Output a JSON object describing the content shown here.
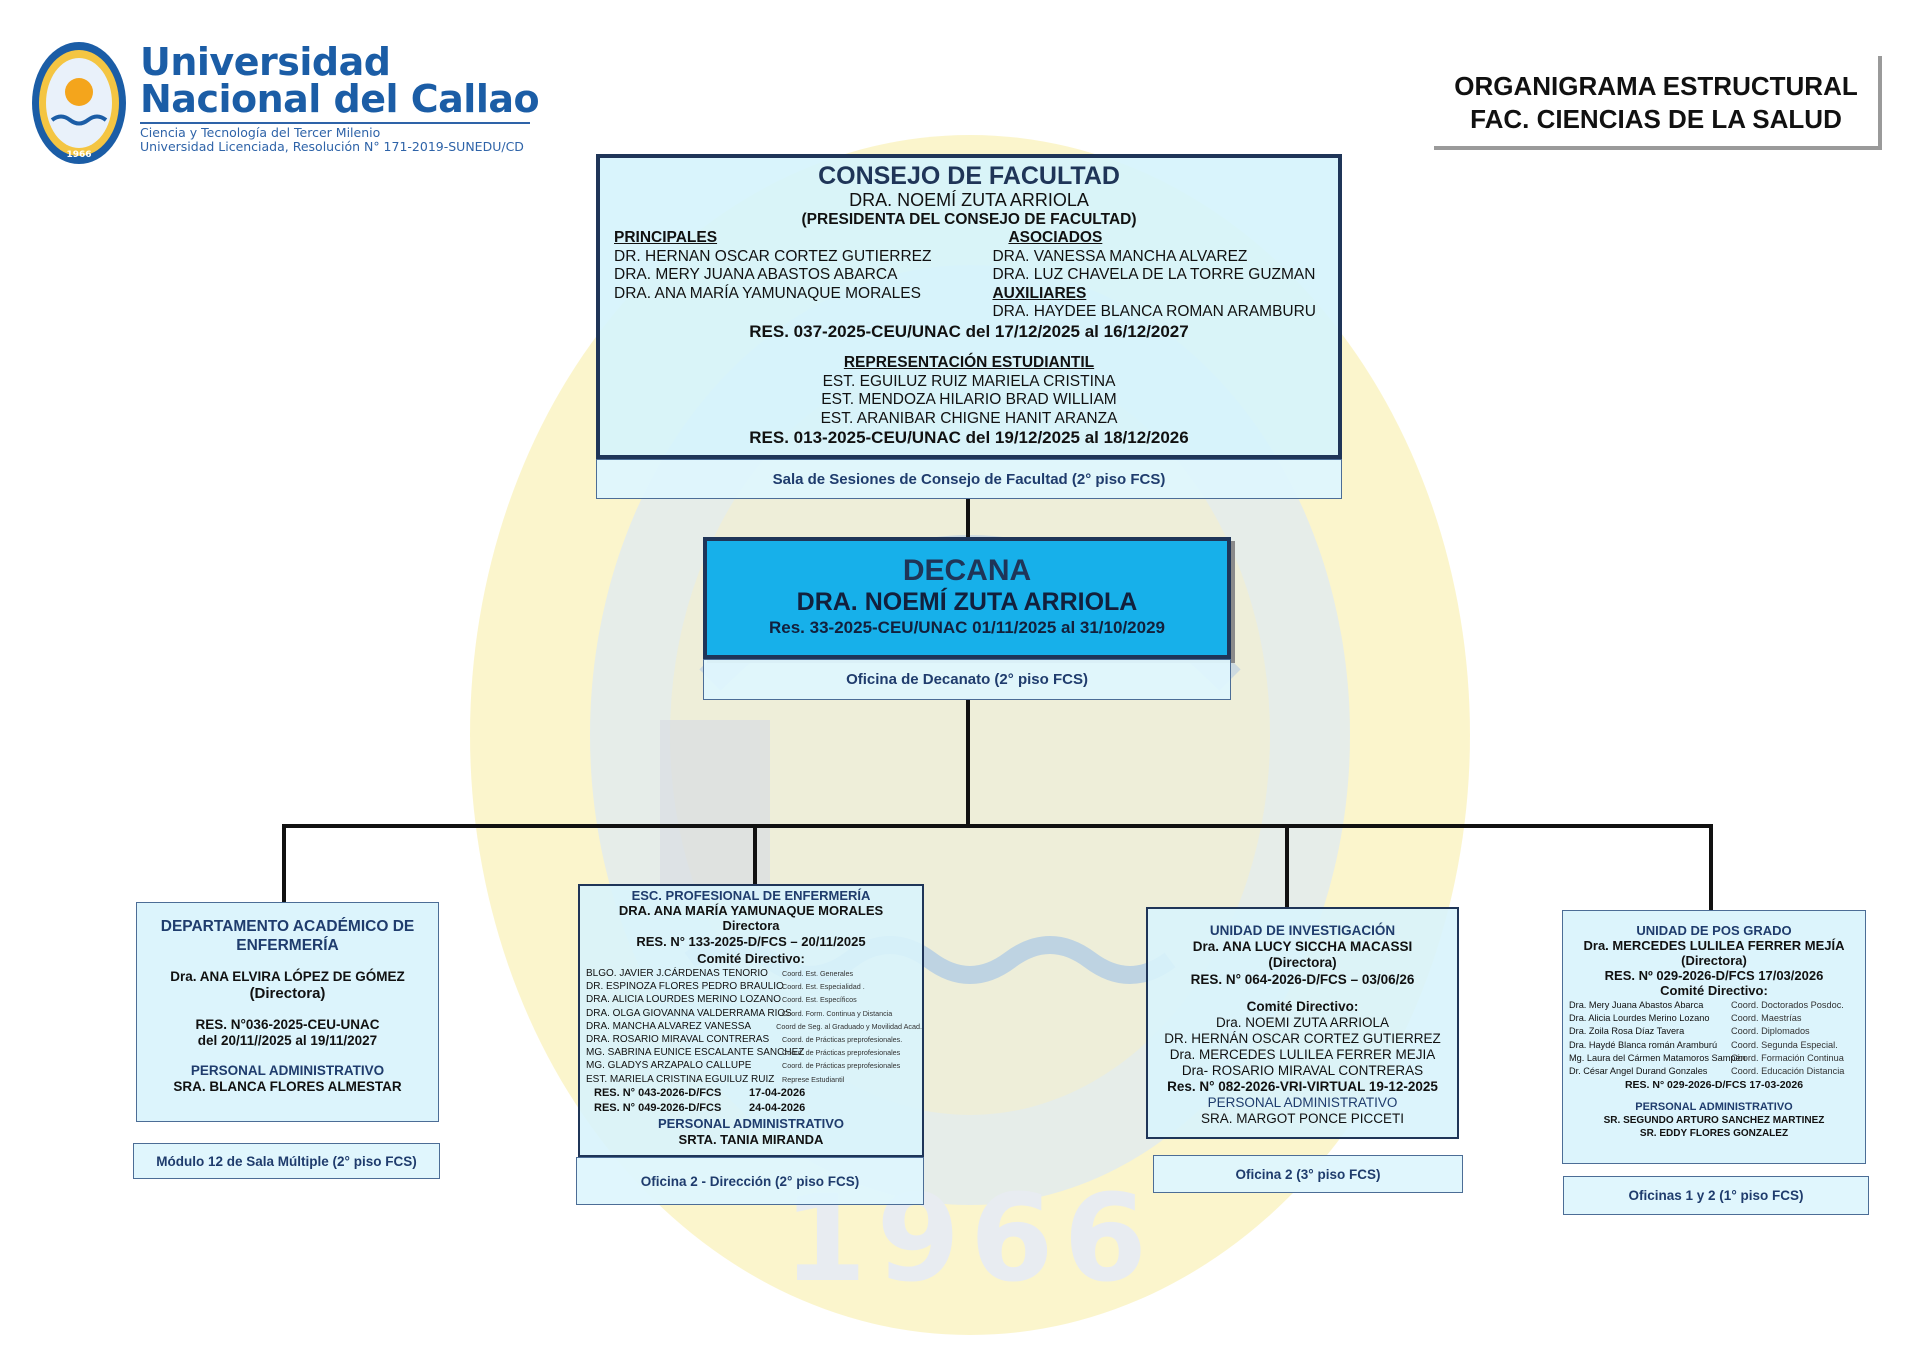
{
  "header": {
    "logo": {
      "name_line1": "Universidad",
      "name_line2": "Nacional del Callao",
      "subtitle_line1": "Ciencia y Tecnología del Tercer Milenio",
      "subtitle_line2": "Universidad Licenciada, Resolución N° 171-2019-SUNEDU/CD",
      "seal_year": "1966"
    },
    "title_line1": "ORGANIGRAMA ESTRUCTURAL",
    "title_line2": "FAC. CIENCIAS DE LA SALUD"
  },
  "watermark_year": "1966",
  "council": {
    "title": "CONSEJO DE FACULTAD",
    "president": "DRA. NOEMÍ ZUTA ARRIOLA",
    "president_role": "(PRESIDENTA DEL CONSEJO DE FACULTAD)",
    "principales_label": "PRINCIPALES",
    "principales": [
      "DR.   HERNAN OSCAR CORTEZ GUTIERREZ",
      "DRA. MERY JUANA ABASTOS ABARCA",
      "DRA. ANA MARÍA YAMUNAQUE MORALES"
    ],
    "asociados_label": "ASOCIADOS",
    "asociados": [
      "DRA. VANESSA MANCHA ALVAREZ",
      "DRA. LUZ CHAVELA DE LA TORRE GUZMAN"
    ],
    "auxiliares_label": "AUXILIARES",
    "auxiliares": [
      "DRA. HAYDEE BLANCA ROMAN ARAMBURU"
    ],
    "resolution": "RES.  037-2025-CEU/UNAC del 17/12/2025 al 16/12/2027",
    "students_label": "REPRESENTACIÓN ESTUDIANTIL",
    "students": [
      "EST.  EGUILUZ RUIZ MARIELA CRISTINA",
      "EST. MENDOZA HILARIO BRAD WILLIAM",
      "EST. ARANIBAR CHIGNE HANIT ARANZA"
    ],
    "students_resolution": "RES.  013-2025-CEU/UNAC del 19/12/2025 al 18/12/2026",
    "location": "Sala de Sesiones de Consejo de Facultad (2° piso FCS)"
  },
  "decana": {
    "title": "DECANA",
    "name": "DRA. NOEMÍ ZUTA ARRIOLA",
    "resolution": "Res. 33-2025-CEU/UNAC    01/11/2025 al 31/10/2029",
    "location": "Oficina de Decanato (2° piso FCS)"
  },
  "departamento": {
    "title_line1": "DEPARTAMENTO ACADÉMICO DE",
    "title_line2": "ENFERMERÍA",
    "director": "Dra. ANA ELVIRA LÓPEZ DE GÓMEZ",
    "director_role": "(Directora)",
    "resolution_line1": "RES. N°036-2025-CEU-UNAC",
    "resolution_line2": "del  20/11//2025 al 19/11/2027",
    "admin_label": "PERSONAL ADMINISTRATIVO",
    "admin": "SRA. BLANCA FLORES ALMESTAR",
    "location": "Módulo 12 de Sala Múltiple (2° piso FCS)"
  },
  "escuela": {
    "title": "ESC. PROFESIONAL DE ENFERMERÍA",
    "director": "DRA. ANA MARÍA YAMUNAQUE MORALES",
    "director_role": "Directora",
    "resolution": "RES. N° 133-2025-D/FCS – 20/11/2025",
    "committee_label": "Comité Directivo:",
    "committee": [
      {
        "name": "BLGO. JAVIER J.CÁRDENAS TENORIO",
        "role": "Coord. Est. Generales"
      },
      {
        "name": "DR. ESPINOZA FLORES PEDRO BRAULIO",
        "role": "Coord. Est. Especialidad ."
      },
      {
        "name": "DRA. ALICIA LOURDES MERINO LOZANO",
        "role": "Coord. Est. Específicos"
      },
      {
        "name": "DRA. OLGA GIOVANNA VALDERRAMA RIOS",
        "role": "Coord. Form. Continua y Distancia"
      },
      {
        "name": "DRA. MANCHA ALVAREZ VANESSA",
        "role": "Coord de Seg. al Graduado y Movilidad Acad."
      },
      {
        "name": "DRA. ROSARIO MIRAVAL CONTRERAS",
        "role": "Coord. de Prácticas preprofesionales."
      },
      {
        "name": "MG. SABRINA EUNICE ESCALANTE SANCHEZ",
        "role": "Coord. de Prácticas preprofesionales"
      },
      {
        "name": "MG. GLADYS ARZAPALO CALLUPE",
        "role": "Coord. de Prácticas preprofesionales"
      },
      {
        "name": "EST.    MARIELA CRISTINA EGUILUZ RUIZ",
        "role": "Represe Estudiantil"
      }
    ],
    "res1_code": "RES. N° 043-2026-D/FCS",
    "res1_date": "17-04-2026",
    "res2_code": "RES. N° 049-2026-D/FCS",
    "res2_date": "24-04-2026",
    "admin_label": "PERSONAL ADMINISTRATIVO",
    "admin": "SRTA. TANIA MIRANDA",
    "location": "Oficina 2 - Dirección (2° piso FCS)"
  },
  "investigacion": {
    "title": "UNIDAD DE INVESTIGACIÓN",
    "director": "Dra. ANA LUCY SICCHA MACASSI",
    "director_role": "(Directora)",
    "resolution": "RES. N° 064-2026-D/FCS – 03/06/26",
    "committee_label": "Comité Directivo:",
    "committee": [
      "Dra. NOEMI ZUTA ARRIOLA",
      "DR. HERNÁN OSCAR CORTEZ GUTIERREZ",
      "Dra. MERCEDES LULILEA FERRER MEJIA",
      "Dra- ROSARIO MIRAVAL CONTRERAS"
    ],
    "committee_resolution": "Res. N° 082-2026-VRI-VIRTUAL 19-12-2025",
    "admin_label": "PERSONAL ADMINISTRATIVO",
    "admin": "SRA. MARGOT PONCE PICCETI",
    "location": "Oficina 2 (3° piso FCS)"
  },
  "posgrado": {
    "title": "UNIDAD DE POS GRADO",
    "director": "Dra. MERCEDES LULILEA FERRER MEJÍA",
    "director_role": "(Directora)",
    "resolution": "RES.  Nº 029-2026-D/FCS  17/03/2026",
    "committee_label": "Comité Directivo:",
    "committee": [
      {
        "name": "Dra. Mery Juana Abastos Abarca",
        "role": "Coord. Doctorados Posdoc."
      },
      {
        "name": "Dra. Alicia Lourdes Merino Lozano",
        "role": "Coord. Maestrías"
      },
      {
        "name": "Dra. Zoila Rosa Díaz Tavera",
        "role": "Coord. Diplomados"
      },
      {
        "name": "Dra. Haydé Blanca román Aramburú",
        "role": "Coord. Segunda Especial."
      },
      {
        "name": "Mg. Laura del Cármen Matamoros Sampén",
        "role": "Coord. Formación Continua"
      },
      {
        "name": "Dr. César Angel Durand Gonzales",
        "role": "Coord. Educación Distancia"
      }
    ],
    "committee_resolution": "RES. N° 029-2026-D/FCS  17-03-2026",
    "admin_label": "PERSONAL ADMINISTRATIVO",
    "admin": [
      "SR.  SEGUNDO ARTURO SANCHEZ MARTINEZ",
      "SR. EDDY FLORES GONZALEZ"
    ],
    "location": "Oficinas 1 y 2 (1° piso FCS)"
  },
  "colors": {
    "navy": "#1f3558",
    "decana_fill": "#17b0ea",
    "panel_fill": "#d8f3fc",
    "logo_blue": "#1b5da6",
    "watermark_yellow": "#f7efb0",
    "watermark_blue": "#a9c8e6"
  }
}
